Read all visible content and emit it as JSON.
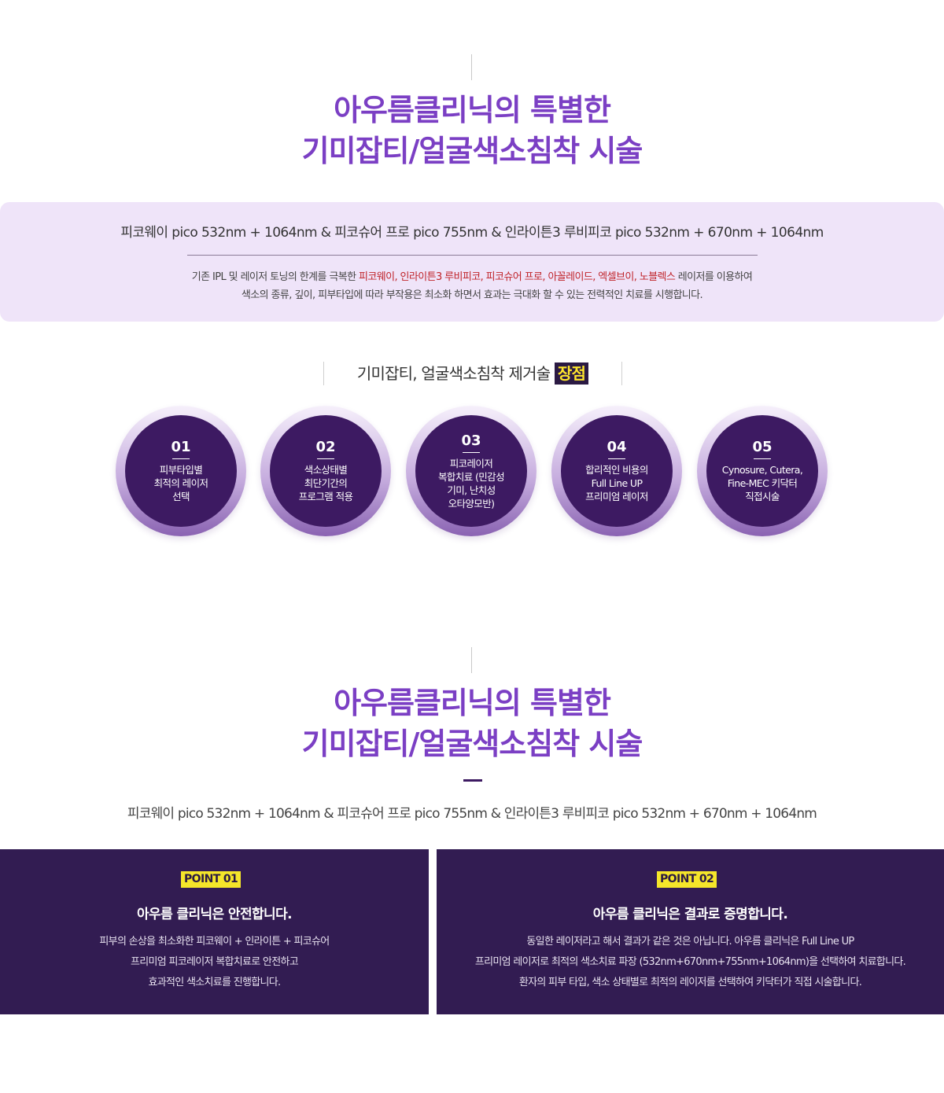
{
  "section1": {
    "title_line1": "아우름클리닉의 특별한",
    "title_line2": "기미잡티/얼굴색소침착 시술",
    "lasers_line": "피코웨이 pico 532nm + 1064nm & 피코슈어 프로 pico 755nm & 인라이튼3 루비피코 pico 532nm + 670nm + 1064nm",
    "desc_line1": {
      "prefix": "기존 IPL 및 레이저 토닝의 한계를 극복한 ",
      "highlight": "피코웨이, 인라이튼3 루비피코, 피코슈어 프로, 아꼴레이드, 엑셀브이, 노블렉스",
      "suffix": " 레이저를 이용하여"
    },
    "desc_line2": "색소의 종류, 깊이, 피부타입에 따라 부작용은 최소화 하면서 효과는 극대화 할 수 있는 전력적인 치료를 시행합니다."
  },
  "advantages": {
    "heading": "기미잡티, 얼굴색소침착 제거술",
    "heading_highlight": "장점",
    "items": [
      {
        "num": "01",
        "lines": [
          "피부타입별",
          "최적의 레이저",
          "선택"
        ]
      },
      {
        "num": "02",
        "lines": [
          "색소상태별",
          "최단기간의",
          "프로그램 적용"
        ]
      },
      {
        "num": "03",
        "lines": [
          "피코레이저",
          "복합치료 (민감성",
          "기미, 난치성",
          "오타양모반)"
        ]
      },
      {
        "num": "04",
        "lines": [
          "합리적인 비용의",
          "Full Line UP",
          "프리미엄 레이저"
        ]
      },
      {
        "num": "05",
        "lines": [
          "Cynosure, Cutera,",
          "Fine-MEC 키닥터",
          "직접시술"
        ]
      }
    ]
  },
  "section2": {
    "title_line1": "아우름클리닉의 특별한",
    "title_line2": "기미잡티/얼굴색소침착 시술",
    "lasers_line": "피코웨이 pico 532nm + 1064nm & 피코슈어 프로 pico 755nm & 인라이튼3 루비피코 pico 532nm + 670nm + 1064nm",
    "points": [
      {
        "badge": "POINT 01",
        "title": "아우름 클리닉은 안전합니다.",
        "lines": [
          "피부의 손상을 최소화한 피코웨이 + 인라이튼 + 피코슈어",
          "프리미엄 피코레이저 복합치료로 안전하고",
          "효과적인 색소치료를 진행합니다."
        ]
      },
      {
        "badge": "POINT 02",
        "title": "아우름 클리닉은 결과로 증명합니다.",
        "lines": [
          "동일한 레이저라고 해서 결과가 같은 것은 아닙니다. 아우름 클리닉은 Full Line UP",
          "프리미엄 레이저로 최적의 색소치료 파장 (532nm+670nm+755nm+1064nm)을 선택하여 치료합니다.",
          "환자의 피부 타입, 색소 상태별로 최적의 레이저를 선택하여 키닥터가 직접 시술합니다."
        ]
      }
    ]
  },
  "colors": {
    "title_purple": "#7b3fc4",
    "dark_purple": "#321c52",
    "info_bg": "#efe4f9",
    "highlight_red": "#c0242a",
    "badge_yellow": "#f5e62a"
  }
}
